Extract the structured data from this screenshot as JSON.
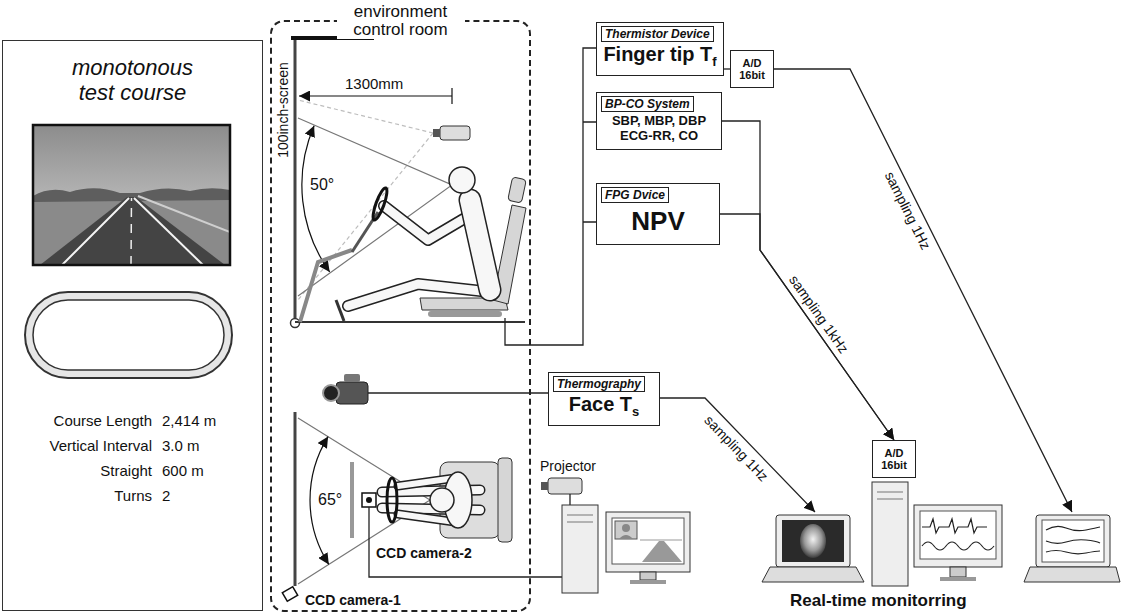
{
  "diagram": {
    "nodes": [
      {
        "text": [
          "monotonous test course"
        ]
      },
      {
        "text": [
          "environment control room"
        ]
      },
      {
        "text": [
          "Thermistor Device",
          "Finger tip T",
          "f"
        ]
      },
      {
        "text": [
          "A/D 16bit"
        ]
      },
      {
        "text": [
          "BP-CO System",
          "SBP, MBP, DBP ECG-RR, CO"
        ]
      },
      {
        "text": [
          "FPG Dvice",
          "NPV"
        ]
      },
      {
        "text": [
          "Thermography",
          "Face T",
          "s"
        ]
      },
      {
        "text": [
          "A/D 16bit"
        ]
      }
    ],
    "edges": [
      {
        "from": 2,
        "to": 3,
        "arrow": "none"
      },
      {
        "from": 4,
        "to": 7,
        "arrow": "to"
      },
      {
        "from": 5,
        "to": 7,
        "label": "sampling 1kHz",
        "arrow": "to"
      }
    ],
    "labels": [
      "100inch-screen",
      "1300mm",
      "50°",
      "65°",
      "CCD camera-2",
      "CCD camera-1",
      "Projector",
      "sampling 1Hz",
      "sampling 1Hz",
      "Real-time monitorring",
      "Course Length",
      "2,414 m",
      "Vertical Interval",
      "3.0 m",
      "Straight",
      "600 m",
      "Turns",
      "2"
    ]
  }
}
